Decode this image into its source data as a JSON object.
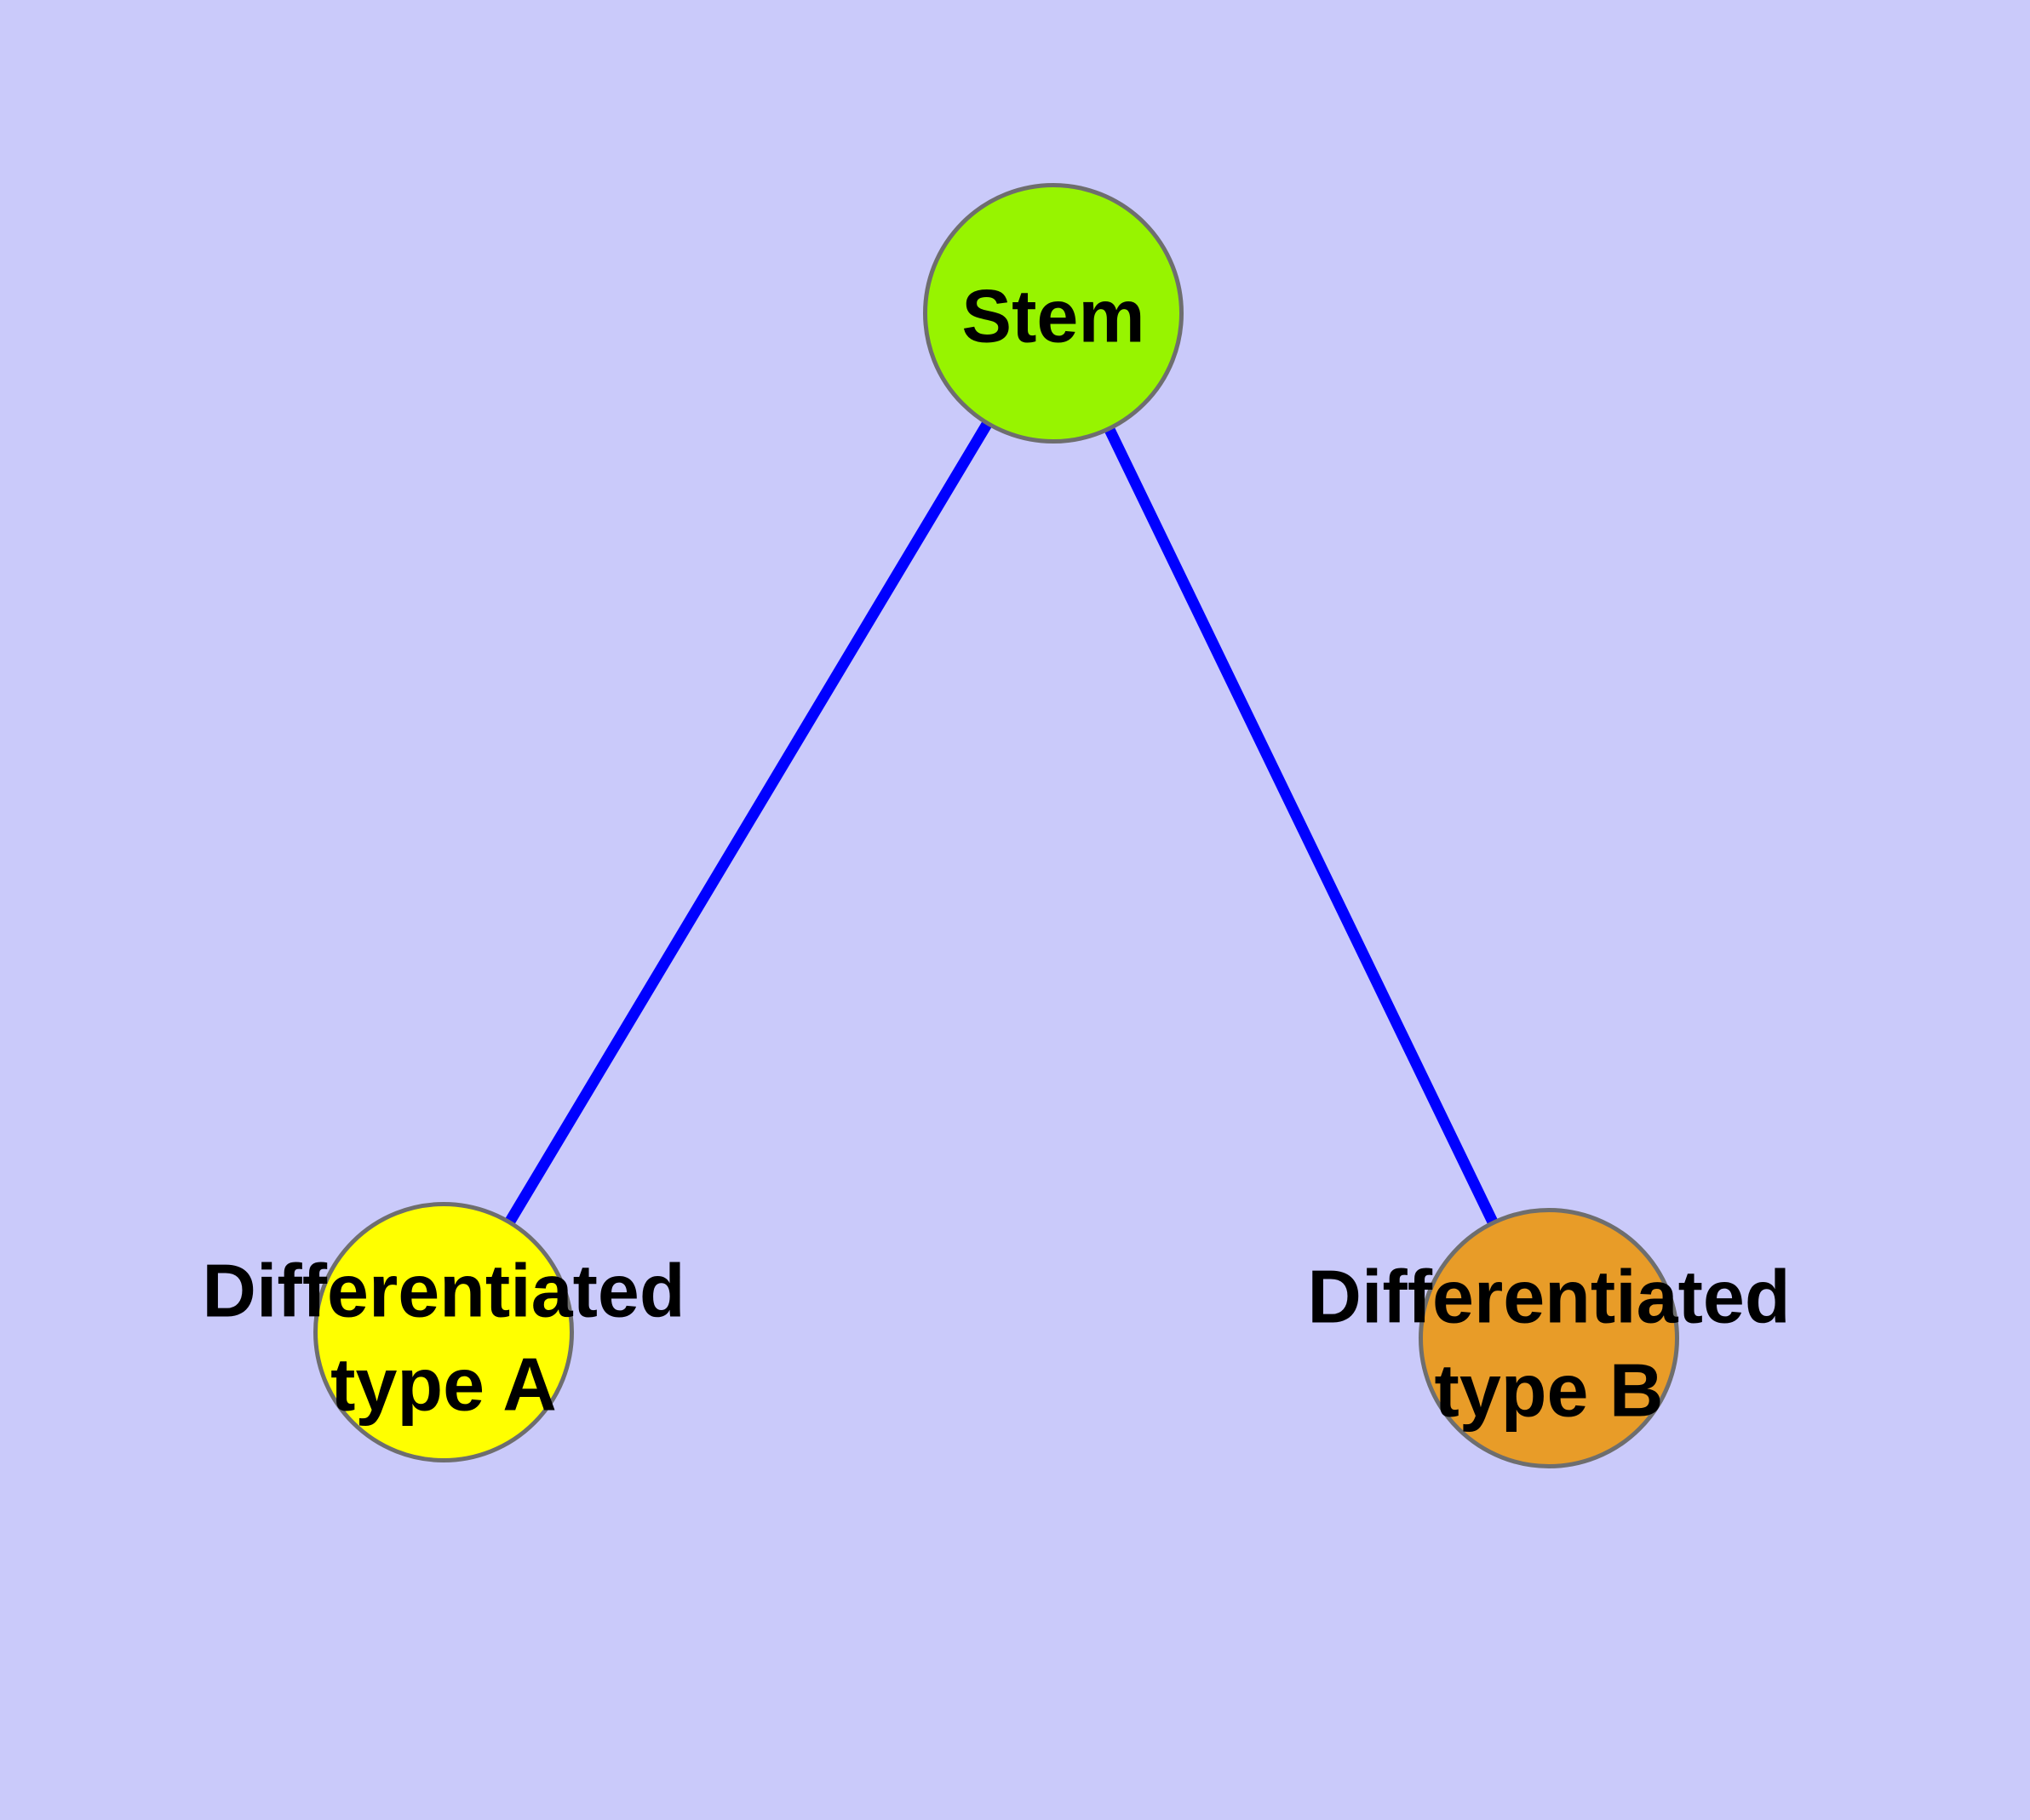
{
  "diagram": {
    "background_color": "#cacafa",
    "edge_color": "#0000ff",
    "node_border_color": "#6e6e6e",
    "label_text_color": "#000000",
    "nodes": {
      "stem": {
        "label": "Stem",
        "fill": "#97f400"
      },
      "type_a": {
        "label": "Differentiated\ntype A",
        "fill": "#ffff00"
      },
      "type_b": {
        "label": "Differentiated\ntype B",
        "fill": "#e89c28"
      }
    },
    "edges": [
      {
        "from": "stem",
        "to": "type_a"
      },
      {
        "from": "stem",
        "to": "type_b"
      }
    ]
  }
}
